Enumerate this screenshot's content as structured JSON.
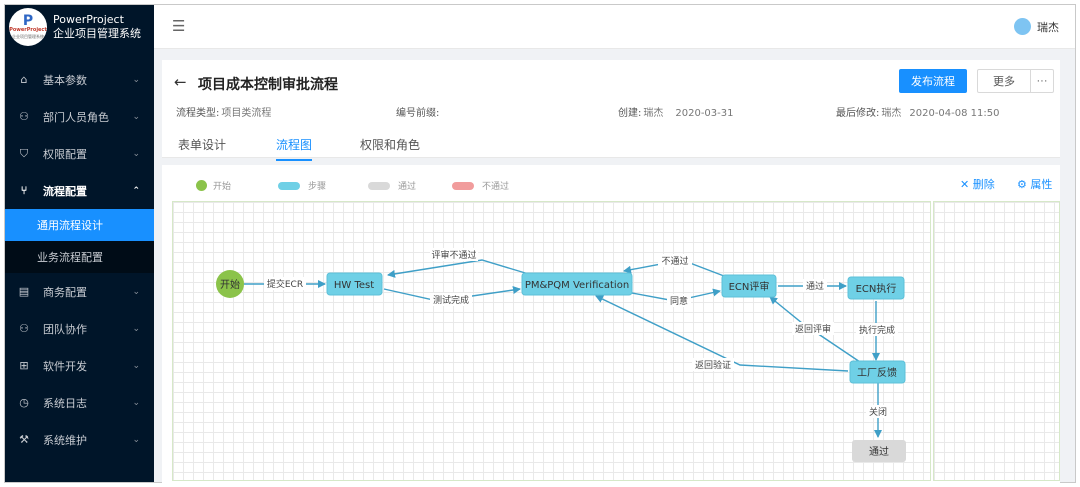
{
  "brand": {
    "logo_main": "P",
    "logo_title": "PowerProject",
    "logo_sub": "企业项目管理系统",
    "name": "PowerProject",
    "subtitle": "企业项目管理系统"
  },
  "sidebar": {
    "items": [
      {
        "label": "基本参数",
        "icon": "⌂"
      },
      {
        "label": "部门人员角色",
        "icon": "⚇"
      },
      {
        "label": "权限配置",
        "icon": "⛉"
      },
      {
        "label": "流程配置",
        "icon": "⑂"
      },
      {
        "label": "商务配置",
        "icon": "▤"
      },
      {
        "label": "团队协作",
        "icon": "⚇"
      },
      {
        "label": "软件开发",
        "icon": "⊞"
      },
      {
        "label": "系统日志",
        "icon": "◷"
      },
      {
        "label": "系统维护",
        "icon": "⚒"
      }
    ],
    "subitems": [
      {
        "label": "通用流程设计"
      },
      {
        "label": "业务流程配置"
      }
    ],
    "chevron_down": "⌄",
    "chevron_up": "⌃"
  },
  "topbar": {
    "fold_icon": "☰",
    "user_name": "瑞杰"
  },
  "header": {
    "back_icon": "←",
    "title": "项目成本控制审批流程",
    "publish_label": "发布流程",
    "more_label": "更多",
    "dots_label": "···",
    "flow_type_label": "流程类型:",
    "flow_type_value": "项目类流程",
    "prefix_label": "编号前缀:",
    "prefix_value": "",
    "created_label": "创建:",
    "created_user": "瑞杰",
    "created_date": "2020-03-31",
    "modified_label": "最后修改:",
    "modified_user": "瑞杰",
    "modified_date": "2020-04-08 11:50"
  },
  "tabs": [
    {
      "label": "表单设计"
    },
    {
      "label": "流程图"
    },
    {
      "label": "权限和角色"
    }
  ],
  "legend": [
    {
      "label": "开始",
      "color": "#8bc34a"
    },
    {
      "label": "步骤",
      "color": "#6fd0e6"
    },
    {
      "label": "通过",
      "color": "#d9d9d9"
    },
    {
      "label": "不通过",
      "color": "#f19c9c"
    }
  ],
  "actions": {
    "delete_label": "删除",
    "delete_icon": "✕",
    "props_label": "属性",
    "props_icon": "⚙"
  },
  "flow": {
    "nodes": {
      "start": "开始",
      "hw": "HW Test",
      "pm": "PM&PQM Verification",
      "ecn_review": "ECN评审",
      "ecn_exec": "ECN执行",
      "factory": "工厂反馈",
      "pass": "通过"
    },
    "edges": {
      "submit_ecr": "提交ECR",
      "review_fail": "评审不通过",
      "test_done": "测试完成",
      "not_pass": "不通过",
      "agree": "同意",
      "pass": "通过",
      "back_review": "返回评审",
      "exec_done": "执行完成",
      "back_verify": "返回验证",
      "close": "关闭"
    },
    "colors": {
      "start": "#8bc34a",
      "step": "#6fd0e6",
      "pass_node": "#d9d9d9",
      "edge": "#3f9fc7"
    }
  }
}
